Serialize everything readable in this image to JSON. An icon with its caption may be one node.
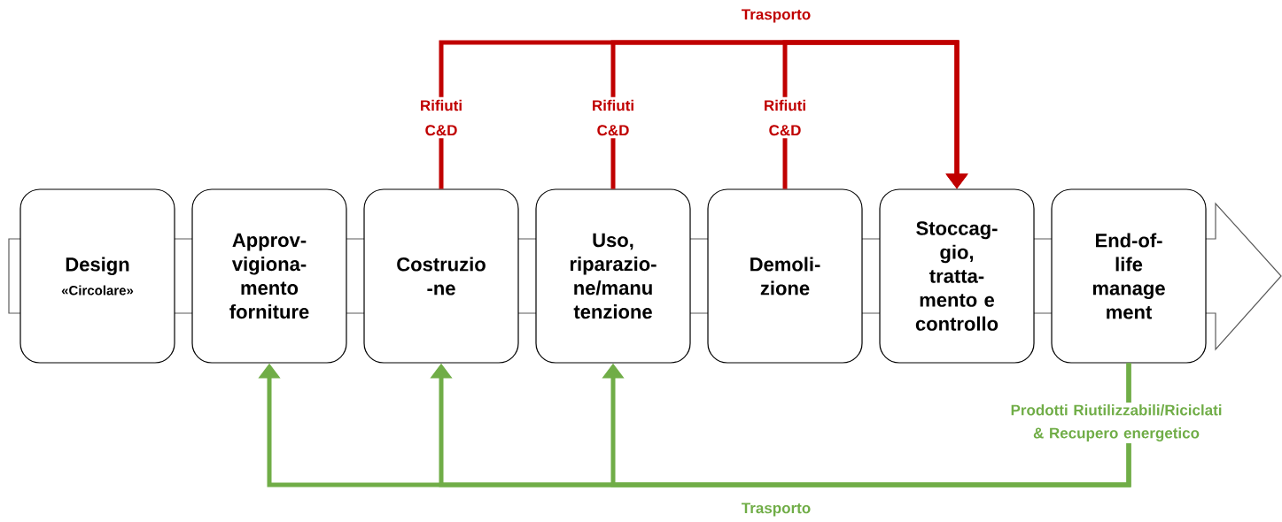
{
  "diagram": {
    "nodes": [
      {
        "text": [
          "Design",
          "«Circolare»"
        ]
      },
      {
        "text": [
          "Approv- vigiona- mento forniture"
        ]
      },
      {
        "text": [
          "Costruzio -ne"
        ]
      },
      {
        "text": [
          "Uso, riparazio- ne/manu tenzione"
        ]
      },
      {
        "text": [
          "Demoli- zione"
        ]
      },
      {
        "text": [
          "Stoccag- gio, tratta- mento e controllo"
        ]
      },
      {
        "text": [
          "End-of- life manage ment"
        ]
      }
    ],
    "edges": [
      {
        "from": 2,
        "to": 5,
        "arrow": "to",
        "label": "Rifiuti C&D",
        "color": "#c00000"
      },
      {
        "from": 3,
        "to": 5,
        "arrow": "to",
        "label": "Rifiuti C&D",
        "color": "#c00000"
      },
      {
        "from": 4,
        "to": 5,
        "arrow": "to",
        "label": "Rifiuti C&D",
        "color": "#c00000"
      },
      {
        "from": 6,
        "to": 1,
        "arrow": "to",
        "color": "#70ad47"
      },
      {
        "from": 6,
        "to": 2,
        "arrow": "to",
        "color": "#70ad47"
      },
      {
        "from": 6,
        "to": 3,
        "arrow": "to",
        "color": "#70ad47"
      }
    ],
    "labels": [
      "Trasporto",
      "Prodotti Riutilizzabili/Riciclati & Recupero energetico",
      "Trasporto"
    ]
  }
}
